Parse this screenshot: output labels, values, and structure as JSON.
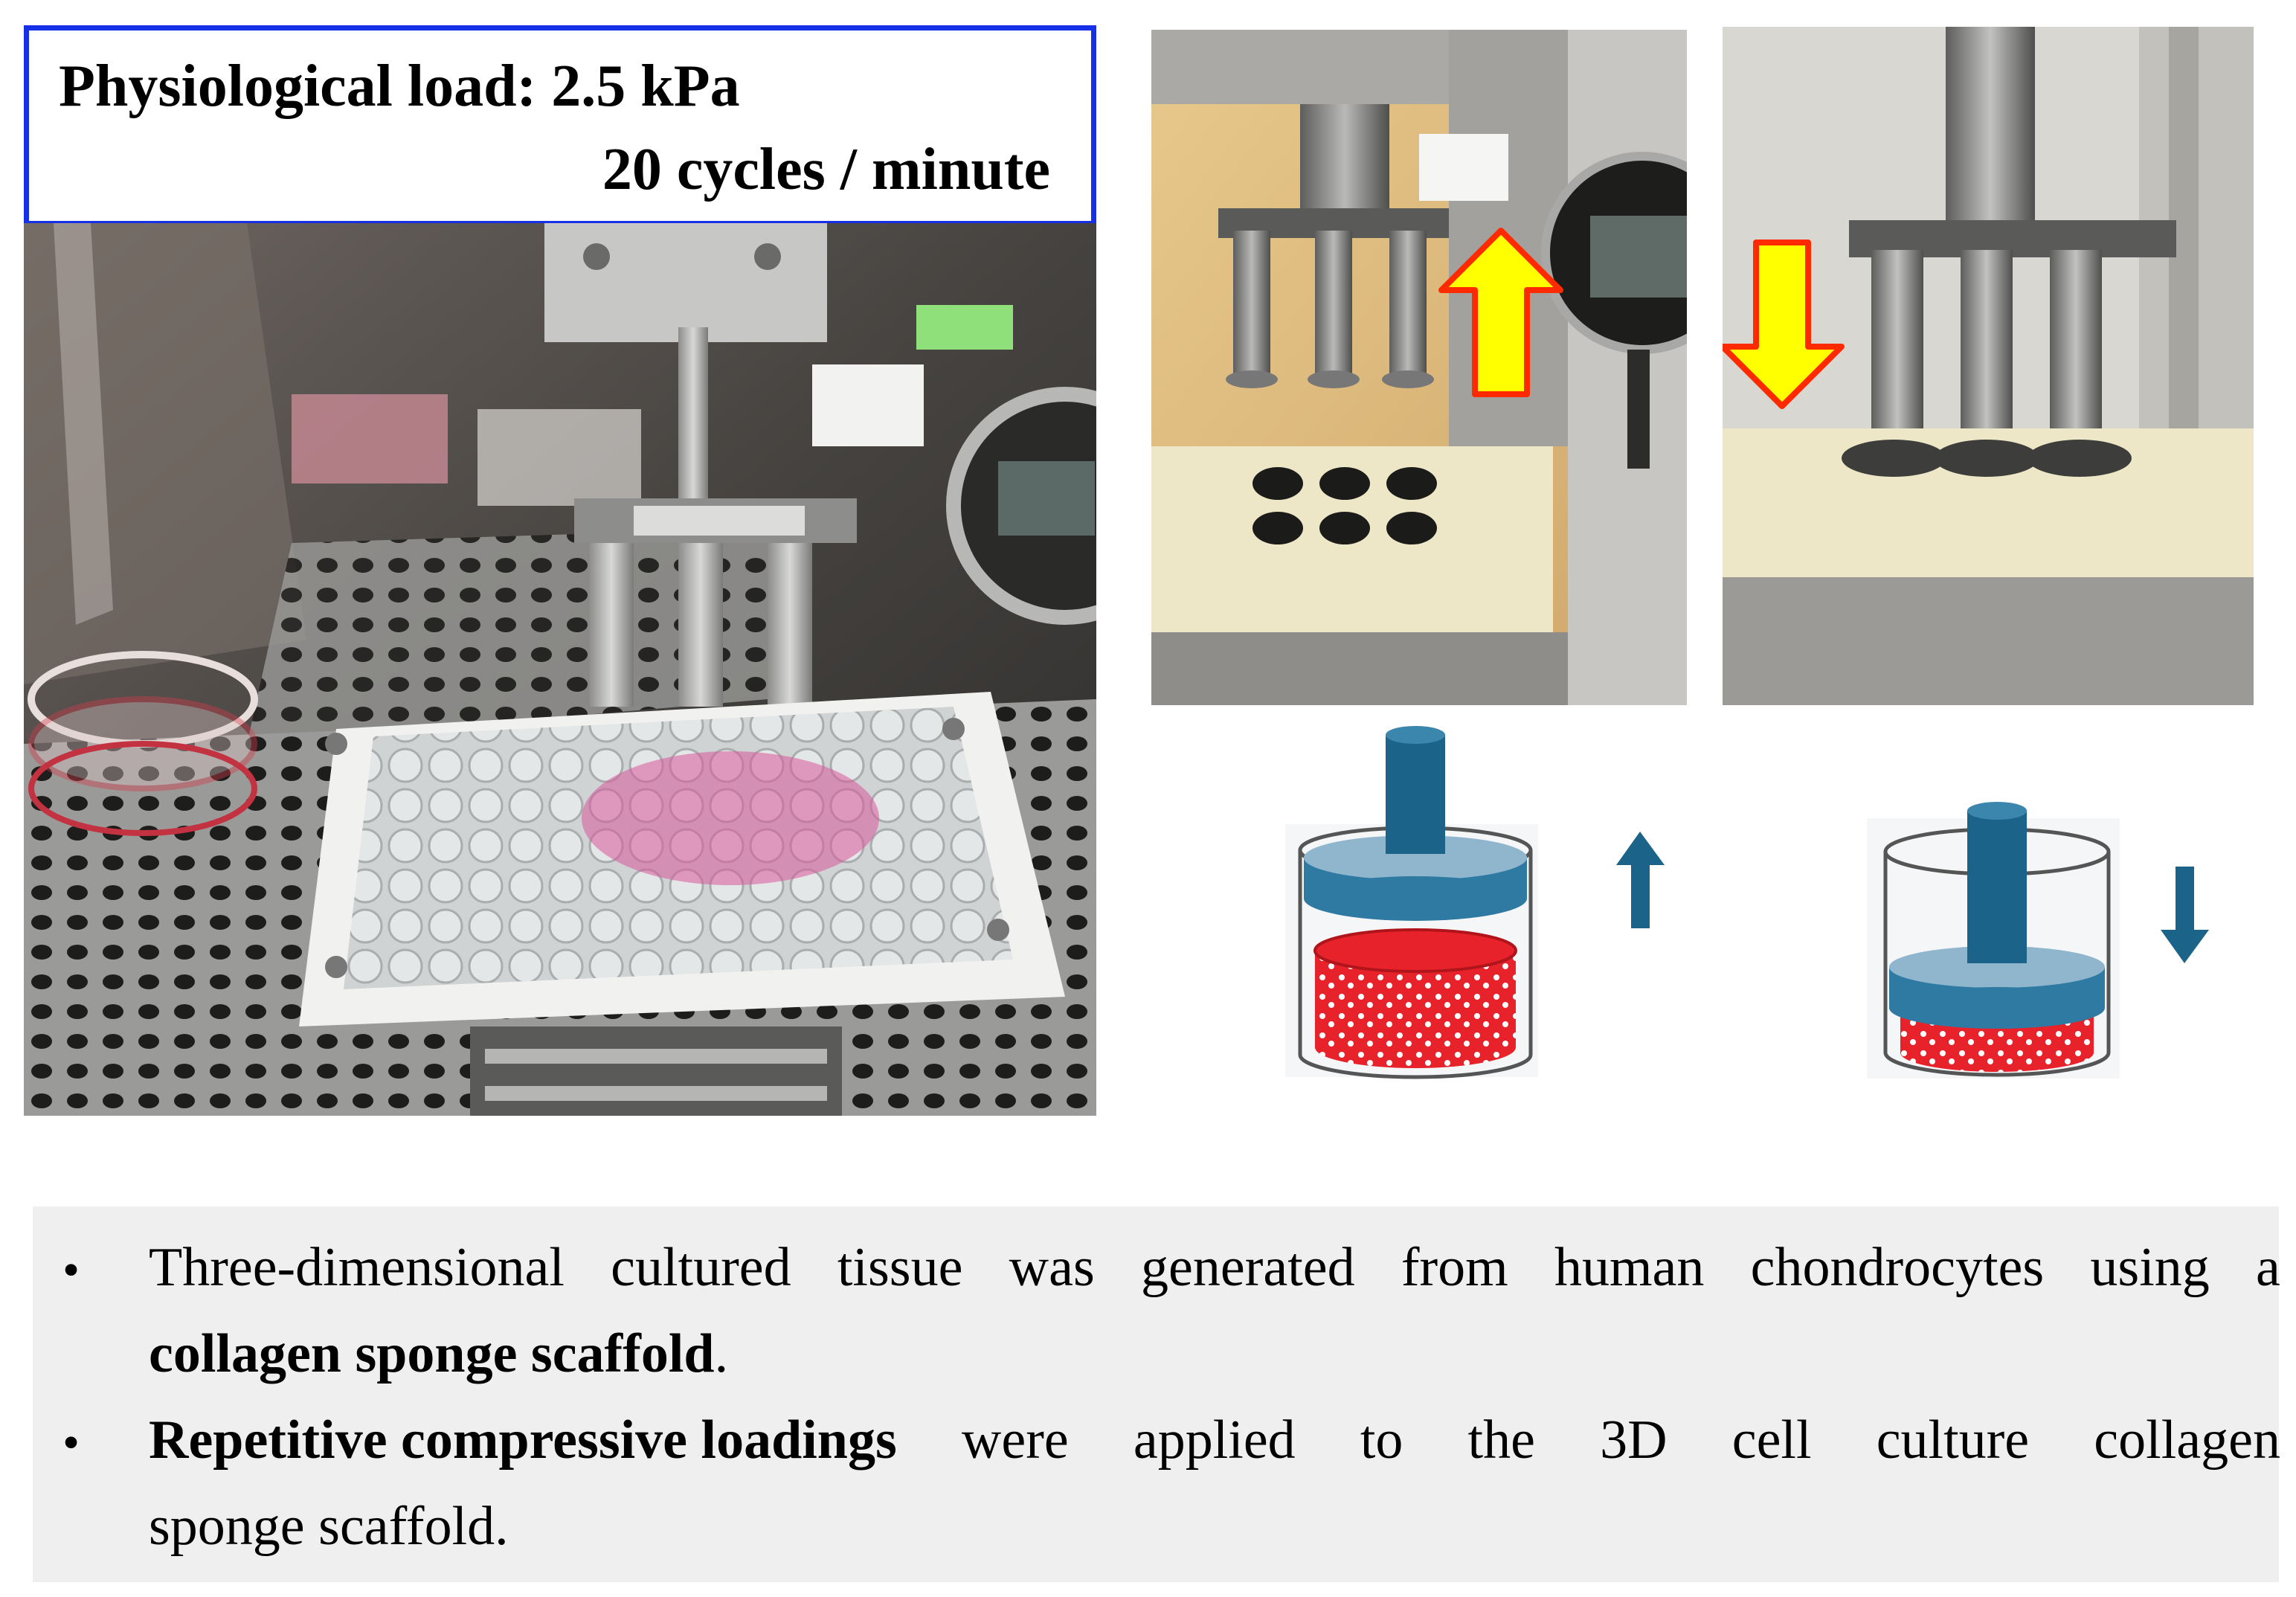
{
  "load_box": {
    "line1": "Physiological load: 2.5 kPa",
    "line2": "20 cycles / minute",
    "border_color": "#1530e6"
  },
  "photos": {
    "incubator": "incubator-loading-apparatus-photo",
    "lifted": "loading-head-lifted-photo",
    "pressed": "loading-head-pressed-photo"
  },
  "arrows": {
    "photo_arrow_color": "#ffff00",
    "photo_arrow_outline": "#ff2a00",
    "diagram_color": "#1c6389"
  },
  "diagram": {
    "piston_color": "#1c6389",
    "plate_color": "#2f7aa3",
    "scaffold_color": "#e8222a"
  },
  "bullets": [
    {
      "line1_words": [
        "Three-dimensional",
        "cultured",
        "tissue",
        "was",
        "generated",
        "from",
        "human",
        "chondrocytes",
        "using",
        "a"
      ],
      "line2_bold": "collagen sponge scaffold",
      "line2_rest": "."
    },
    {
      "line1_bold": "Repetitive compressive loadings",
      "line1_words": [
        "were",
        "applied",
        "to",
        "the",
        "3D",
        "cell",
        "culture",
        "collagen"
      ],
      "line2": "sponge scaffold."
    }
  ],
  "bullet_char": "•"
}
